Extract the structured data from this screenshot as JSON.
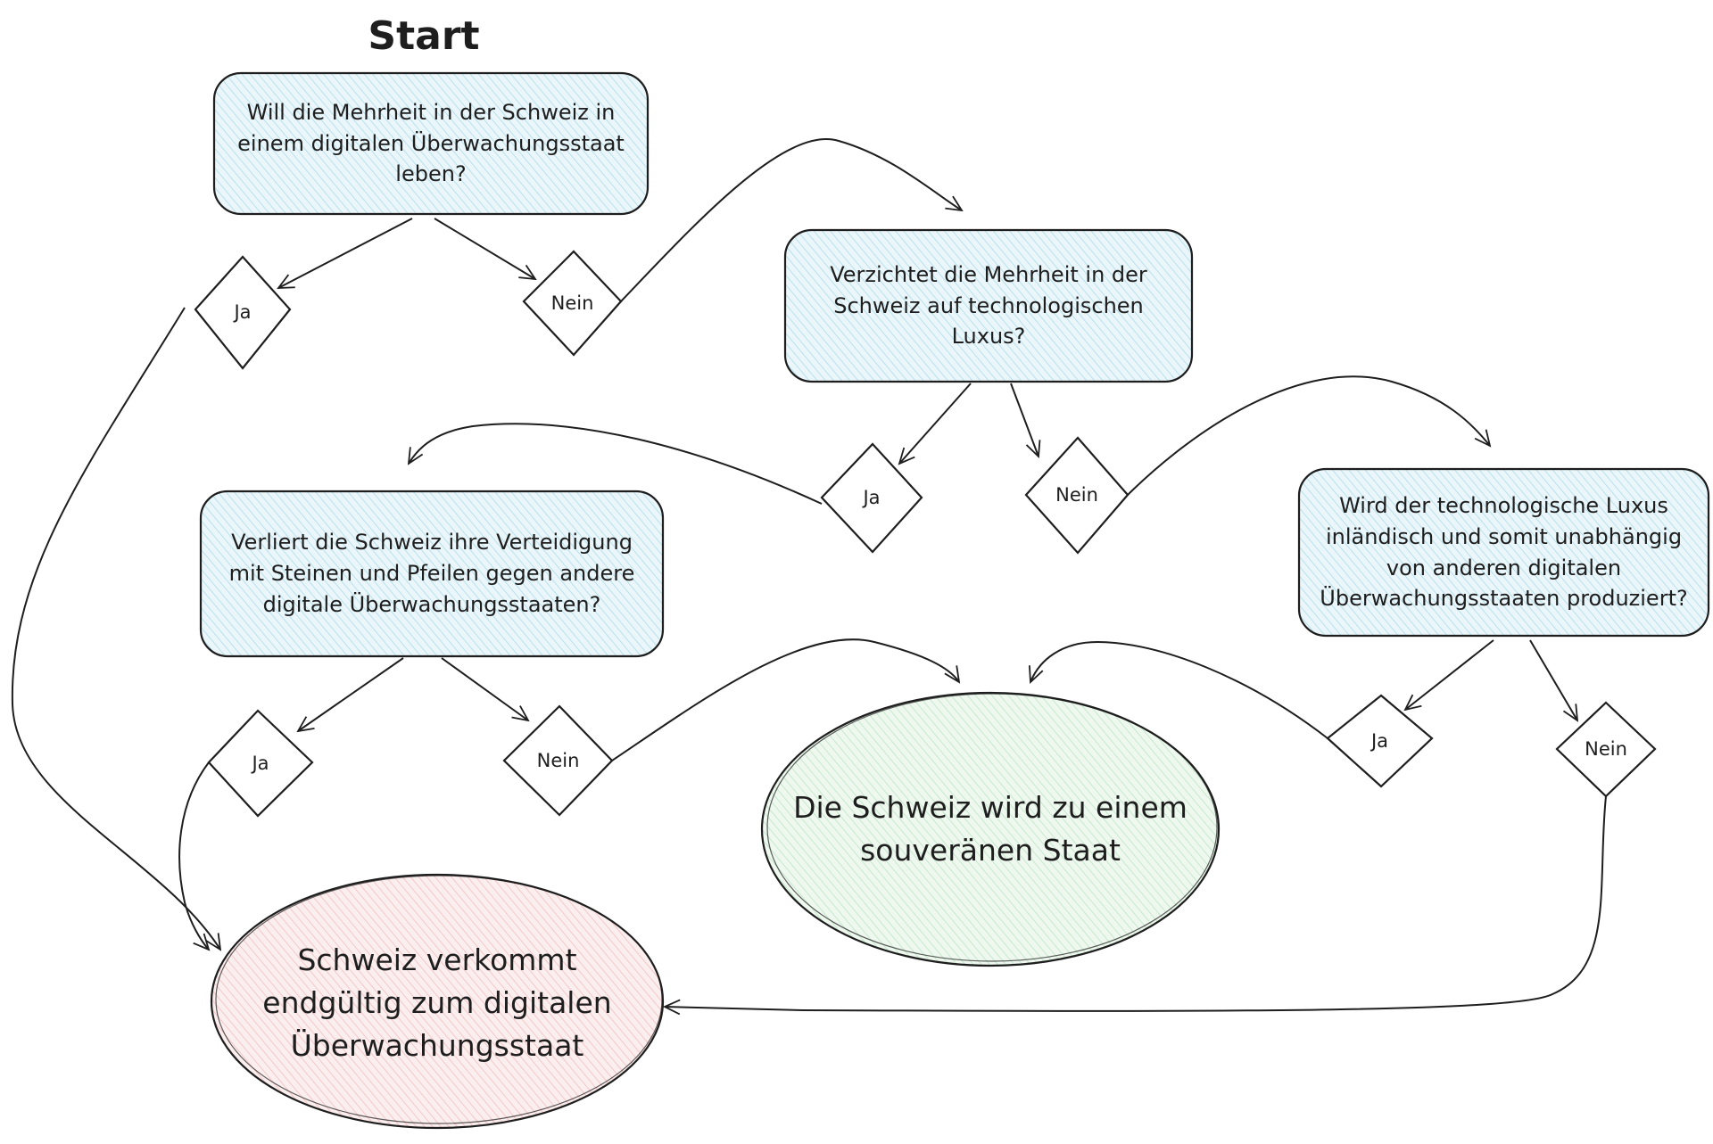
{
  "start": "Start",
  "questions": {
    "q1": "Will die Mehrheit in der Schweiz in einem digitalen Überwachungsstaat leben?",
    "q2": "Verzichtet die Mehrheit in der Schweiz auf technologischen Luxus?",
    "q3": "Verliert die Schweiz ihre Verteidigung mit Steinen und Pfeilen gegen andere digitale Überwachungsstaaten?",
    "q4": "Wird der technologische Luxus inländisch und somit unabhängig von anderen digitalen Überwachungsstaaten produziert?"
  },
  "decisions": {
    "yes": "Ja",
    "no": "Nein"
  },
  "outcomes": {
    "bad": "Schweiz verkommt endgültig zum digitalen Überwachungsstaat",
    "good": "Die Schweiz wird zu einem souveränen Staat"
  },
  "colors": {
    "stroke": "#1e1e1e",
    "question_fill": "#a5d8ff",
    "bad_fill": "#ffc9c9",
    "good_fill": "#b2f2bb"
  }
}
